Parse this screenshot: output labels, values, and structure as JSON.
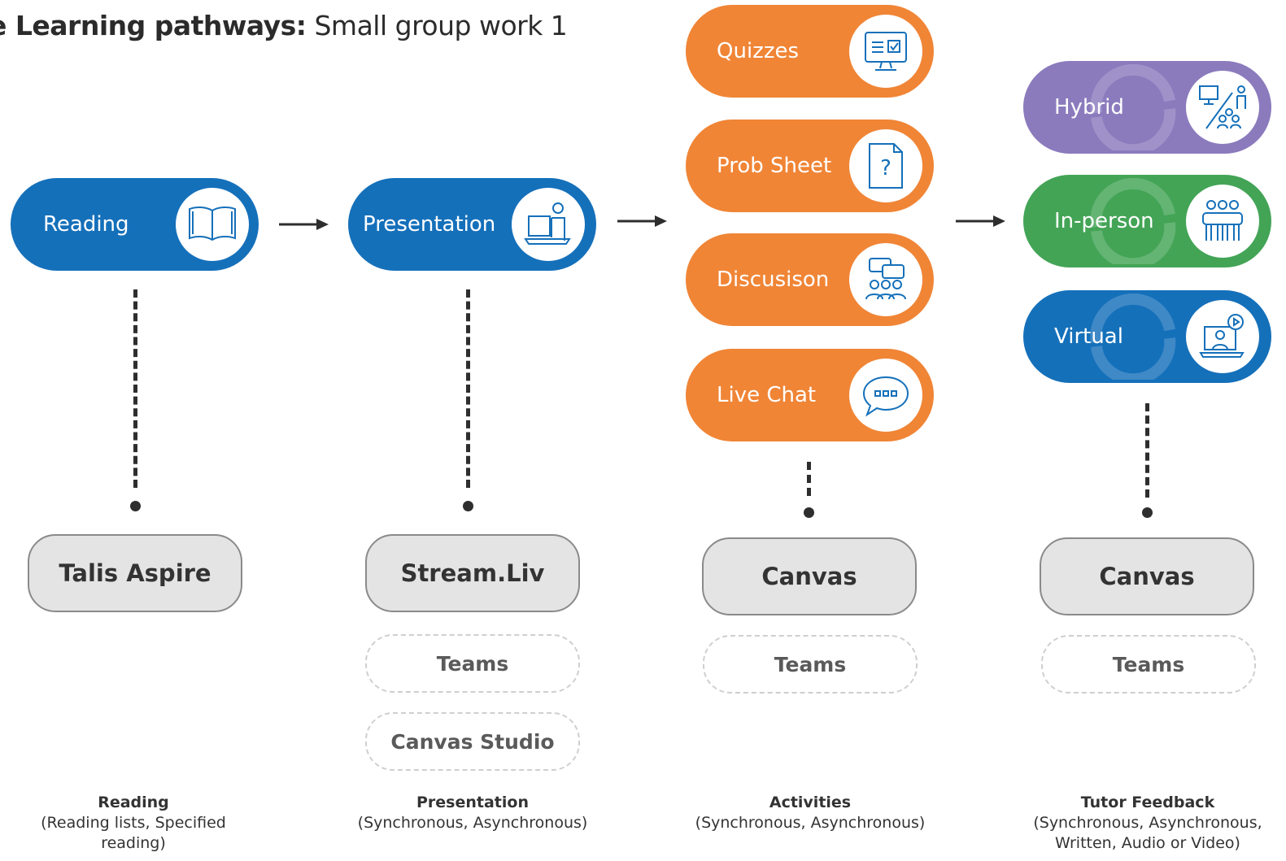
{
  "title": {
    "bold": "e Learning pathways:",
    "rest": " Small group work 1"
  },
  "stages": [
    {
      "pills": [
        {
          "label": "Reading",
          "icon": "book-icon",
          "color": "#1570ba"
        }
      ],
      "tool": "Talis Aspire",
      "alternatives": [],
      "caption_title": "Reading",
      "caption_sub": "(Reading lists, Specified reading)"
    },
    {
      "pills": [
        {
          "label": "Presentation",
          "icon": "presenter-icon",
          "color": "#1570ba"
        }
      ],
      "tool": "Stream.Liv",
      "alternatives": [
        "Teams",
        "Canvas Studio"
      ],
      "caption_title": "Presentation",
      "caption_sub": "(Synchronous, Asynchronous)"
    },
    {
      "pills": [
        {
          "label": "Quizzes",
          "icon": "quiz-monitor-icon",
          "color": "#f08536"
        },
        {
          "label": "Prob Sheet",
          "icon": "question-document-icon",
          "color": "#f08536"
        },
        {
          "label": "Discusison",
          "icon": "discussion-group-icon",
          "color": "#f08536"
        },
        {
          "label": "Live Chat",
          "icon": "chat-bubble-icon",
          "color": "#f08536"
        }
      ],
      "tool": "Canvas",
      "alternatives": [
        "Teams"
      ],
      "caption_title": "Activities",
      "caption_sub": "(Synchronous, Asynchronous)"
    },
    {
      "pills": [
        {
          "label": "Hybrid",
          "icon": "hybrid-class-icon",
          "color": "#8b7bbd"
        },
        {
          "label": "In-person",
          "icon": "in-person-group-icon",
          "color": "#43a456"
        },
        {
          "label": "Virtual",
          "icon": "video-call-icon",
          "color": "#1570ba"
        }
      ],
      "tool": "Canvas",
      "alternatives": [
        "Teams"
      ],
      "caption_title": "Tutor Feedback",
      "caption_sub": "(Synchronous, Asynchronous, Written, Audio or Video)"
    }
  ]
}
